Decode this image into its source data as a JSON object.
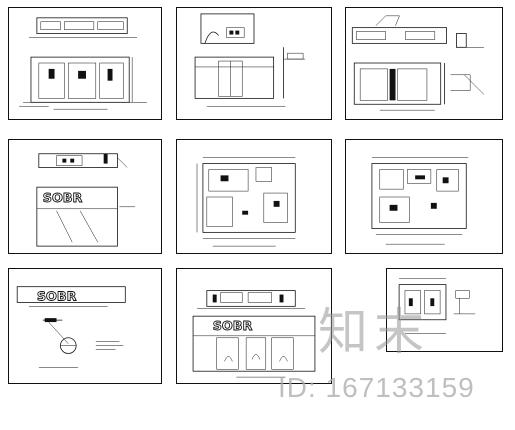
{
  "drawing_set": {
    "sheets": [
      {
        "id": "elevation-front"
      },
      {
        "id": "elevation-side"
      },
      {
        "id": "elevation-detail"
      },
      {
        "id": "sign-elevation"
      },
      {
        "id": "floor-plan-1"
      },
      {
        "id": "floor-plan-2"
      },
      {
        "id": "sign-detail"
      },
      {
        "id": "storefront-elevation"
      },
      {
        "id": "small-detail"
      }
    ],
    "sign_text": "SOBR"
  },
  "watermark": {
    "logo_text": "知末",
    "id_text": "ID: 167133159"
  }
}
